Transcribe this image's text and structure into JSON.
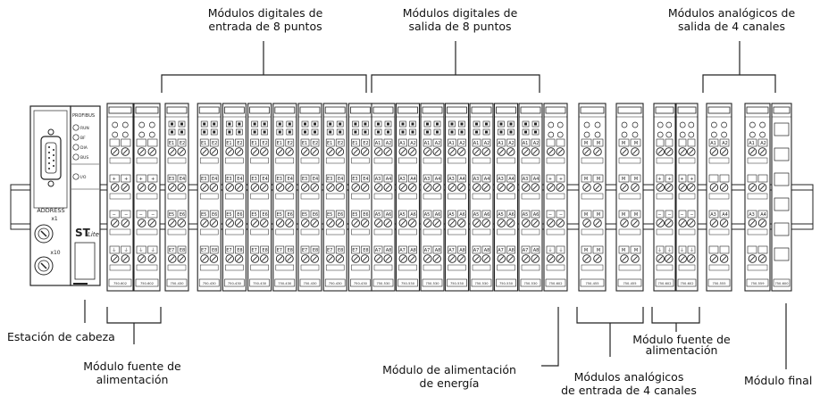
{
  "labels": {
    "digital_in": {
      "line1": "Módulos digitales de",
      "line2": "entrada de 8 puntos"
    },
    "digital_out": {
      "line1": "Módulos digitales de",
      "line2": "salida de 8 puntos"
    },
    "analog_out": {
      "line1": "Módulos analógicos de",
      "line2": "salida de 4 canales"
    },
    "head_station": {
      "line1": "Estación de cabeza"
    },
    "psu_left": {
      "line1": "Módulo fuente de",
      "line2": "alimentación"
    },
    "power_module": {
      "line1": "Módulo de alimentación",
      "line2": "de energía"
    },
    "analog_in": {
      "line1": "Módulos analógicos",
      "line2": "de entrada de 4 canales"
    },
    "psu_right": {
      "line1": "Módulo fuente de",
      "line2": "alimentación"
    },
    "end_module": {
      "line1": "Módulo final"
    }
  },
  "head": {
    "profibus": "PROFIBUS",
    "leds": [
      "RUN",
      "BF",
      "DIA",
      "BUS"
    ],
    "io_led": "I/O",
    "address": "ADDRESS",
    "x1": "x1",
    "x10": "x10",
    "logo_st": "ST",
    "logo_lite": "Lite"
  },
  "modules": {
    "psu": {
      "term_top": "+",
      "term_mid": "−",
      "term_bot": "⏚",
      "code": "750-602"
    },
    "di": {
      "a": [
        "E1",
        "E3",
        "E5",
        "E7"
      ],
      "b": [
        "E2",
        "E4",
        "E6",
        "E8"
      ],
      "code": "750-430"
    },
    "do": {
      "a": [
        "A1",
        "A3",
        "A5",
        "A7"
      ],
      "b": [
        "A2",
        "A4",
        "A6",
        "A8"
      ],
      "code": "750-530"
    },
    "power": {
      "code": "750-602"
    },
    "ai": {
      "a": [
        "M",
        "M"
      ],
      "b": [
        "M",
        "M"
      ],
      "code": "750-455"
    },
    "psu2": {
      "code": "750-602"
    },
    "ao": {
      "a": [
        "A1",
        "A3"
      ],
      "b": [
        "A2",
        "A4"
      ],
      "code": "750-555"
    },
    "ao2": {
      "code": "750-559"
    },
    "end": {
      "code": "750-600"
    }
  }
}
